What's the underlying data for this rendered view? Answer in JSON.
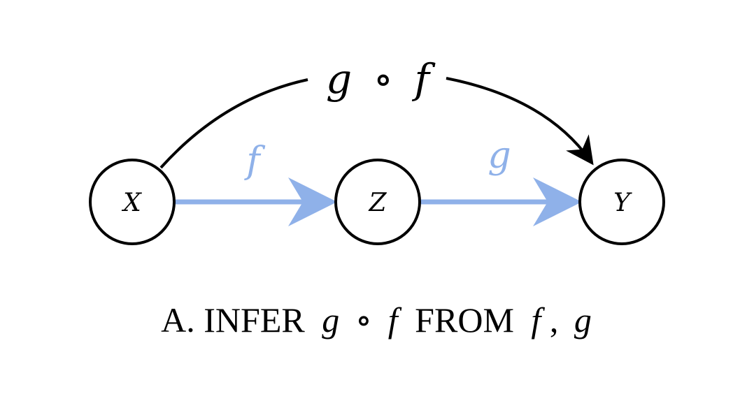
{
  "colors": {
    "input_edge": "#8fb1e9",
    "composite_edge": "#000000",
    "node_stroke": "#000000"
  },
  "nodes": {
    "x": "X",
    "z": "Z",
    "y": "Y"
  },
  "edges": {
    "f_label": "f",
    "g_label": "g",
    "composite": {
      "left": "g",
      "op": "∘",
      "right": "f"
    }
  },
  "caption": {
    "prefix": "A. INFER",
    "g": "g",
    "op": "∘",
    "f": "f",
    "middle": "FROM",
    "f2": "f",
    "sep": ",",
    "g2": "g"
  }
}
